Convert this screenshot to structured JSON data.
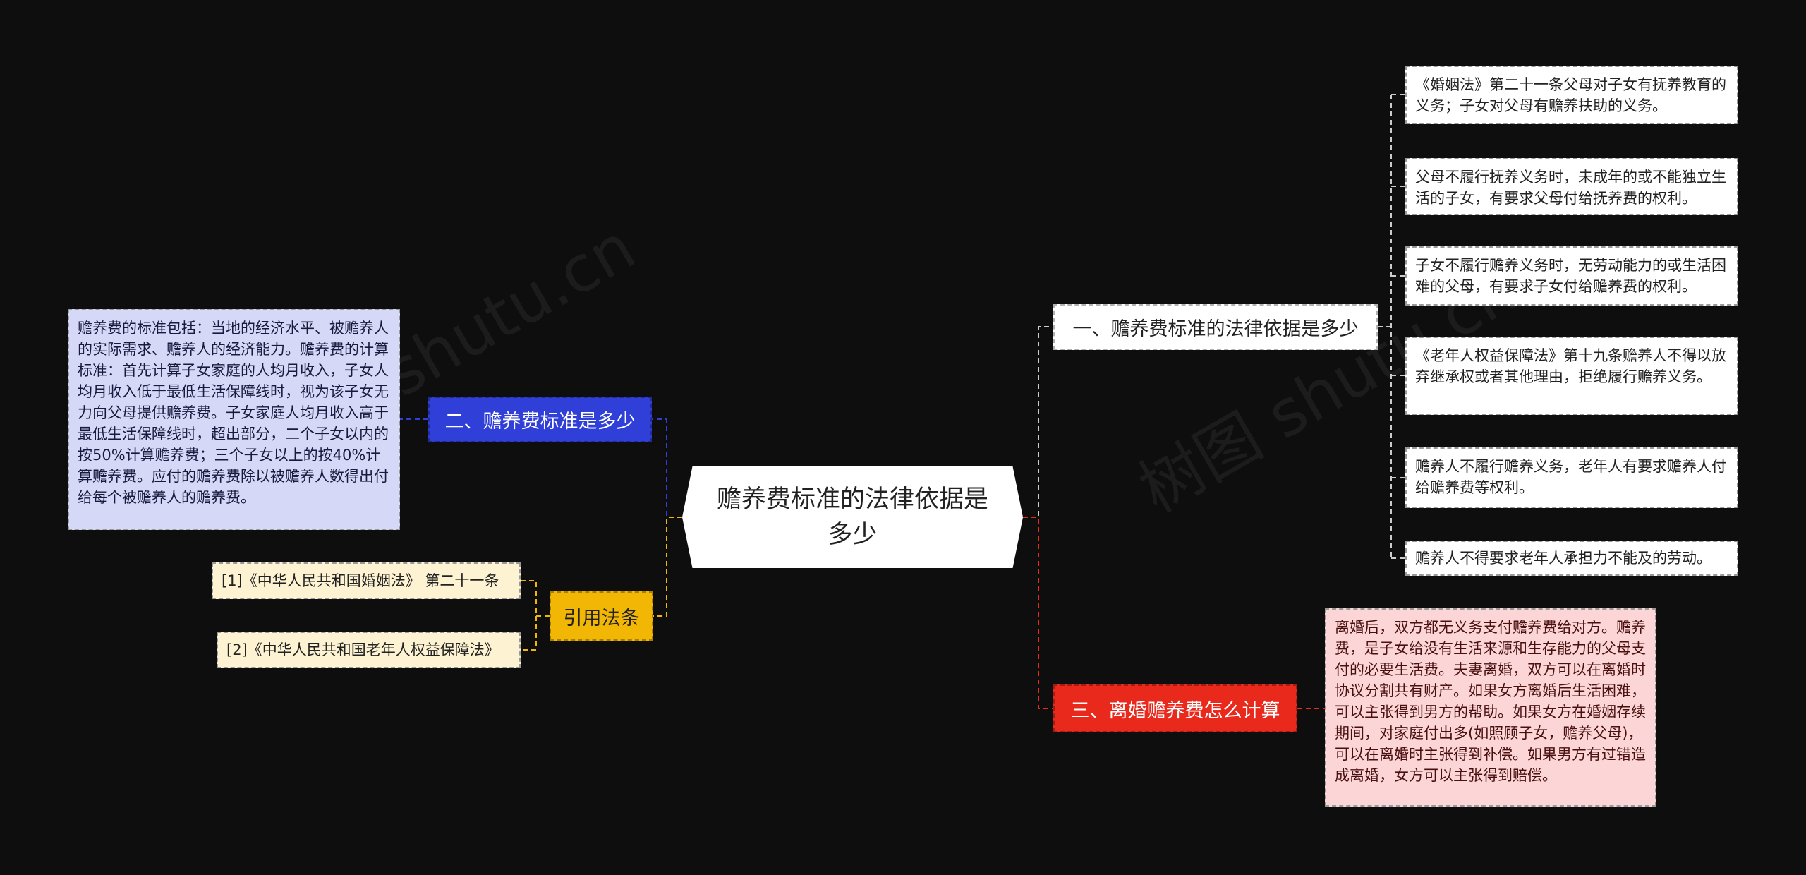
{
  "center": {
    "label": "赡养费标准的法律依据是多少"
  },
  "watermark": "树图 shutu.cn",
  "colors": {
    "blue": "#2f3fd8",
    "yellow": "#f2b705",
    "red": "#e8291c",
    "bg": "#0e0e0e"
  },
  "left": {
    "topic2": {
      "label": "二、赡养费标准是多少",
      "text": "赡养费的标准包括：当地的经济水平、被赡养人的实际需求、赡养人的经济能力。赡养费的计算标准：首先计算子女家庭的人均月收入，子女人均月收入低于最低生活保障线时，视为该子女无力向父母提供赡养费。子女家庭人均月收入高于最低生活保障线时，超出部分，二个子女以内的按50%计算赡养费；三个子女以上的按40%计算赡养费。应付的赡养费除以被赡养人数得出付给每个被赡养人的赡养费。"
    },
    "refs": {
      "label": "引用法条",
      "items": [
        "[1]《中华人民共和国婚姻法》 第二十一条",
        "[2]《中华人民共和国老年人权益保障法》"
      ]
    }
  },
  "right": {
    "topic1": {
      "label": "一、赡养费标准的法律依据是多少",
      "items": [
        "《婚姻法》第二十一条父母对子女有抚养教育的义务；子女对父母有赡养扶助的义务。",
        "父母不履行抚养义务时，未成年的或不能独立生活的子女，有要求父母付给抚养费的权利。",
        "子女不履行赡养义务时，无劳动能力的或生活困难的父母，有要求子女付给赡养费的权利。",
        "《老年人权益保障法》第十九条赡养人不得以放弃继承权或者其他理由，拒绝履行赡养义务。",
        "赡养人不履行赡养义务，老年人有要求赡养人付给赡养费等权利。",
        "赡养人不得要求老年人承担力不能及的劳动。"
      ]
    },
    "topic3": {
      "label": "三、离婚赡养费怎么计算",
      "text": "离婚后，双方都无义务支付赡养费给对方。赡养费，是子女给没有生活来源和生存能力的父母支付的必要生活费。夫妻离婚，双方可以在离婚时协议分割共有财产。如果女方离婚后生活困难，可以主张得到男方的帮助。如果女方在婚姻存续期间，对家庭付出多(如照顾子女，赡养父母)，可以在离婚时主张得到补偿。如果男方有过错造成离婚，女方可以主张得到赔偿。"
    }
  }
}
